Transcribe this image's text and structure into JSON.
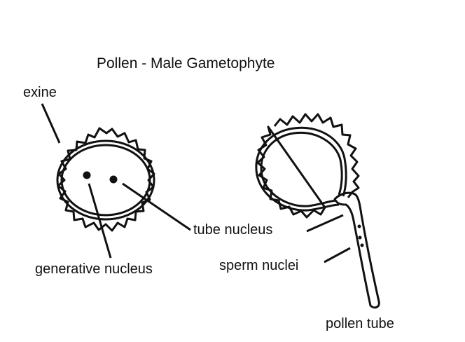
{
  "title": "Pollen - Male Gametophyte",
  "labels": {
    "exine": "exine",
    "generative_nucleus": "generative nucleus",
    "tube_nucleus": "tube nucleus",
    "sperm_nuclei": "sperm nuclei",
    "pollen_tube": "pollen tube"
  },
  "colors": {
    "ink": "#111111",
    "background": "#ffffff"
  }
}
